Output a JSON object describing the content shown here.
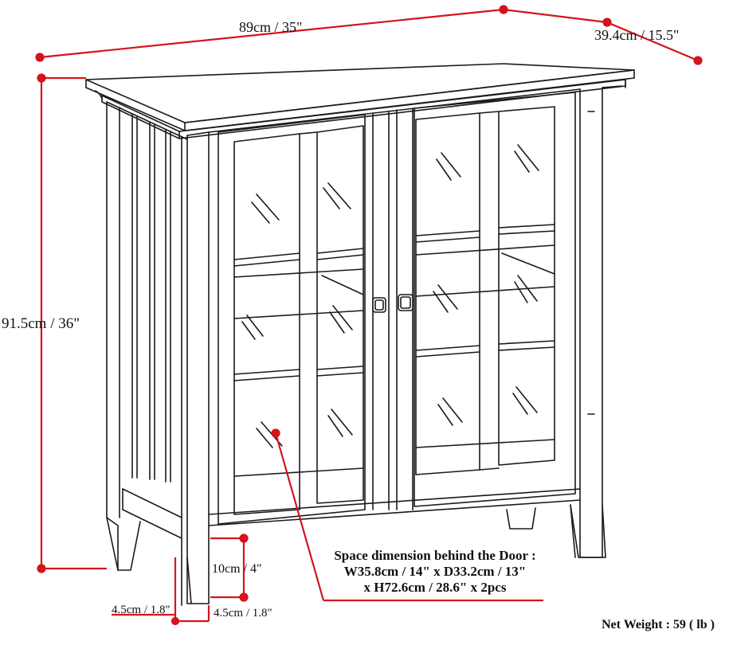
{
  "dimensions": {
    "width": "89cm / 35\"",
    "depth": "39.4cm / 15.5\"",
    "height": "91.5cm / 36\"",
    "leg_height": "10cm / 4\"",
    "leg_width_front": "4.5cm / 1.8\"",
    "leg_width_side": "4.5cm / 1.8\""
  },
  "space_note": {
    "line1": "Space dimension behind the Door :",
    "line2": "W35.8cm / 14\" x D33.2cm / 13\"",
    "line3": "x H72.6cm / 28.6\" x 2pcs"
  },
  "net_weight": "Net Weight : 59 ( lb )",
  "colors": {
    "dimension_line": "#d4141c",
    "outline": "#1a1a1a",
    "background": "#ffffff"
  }
}
